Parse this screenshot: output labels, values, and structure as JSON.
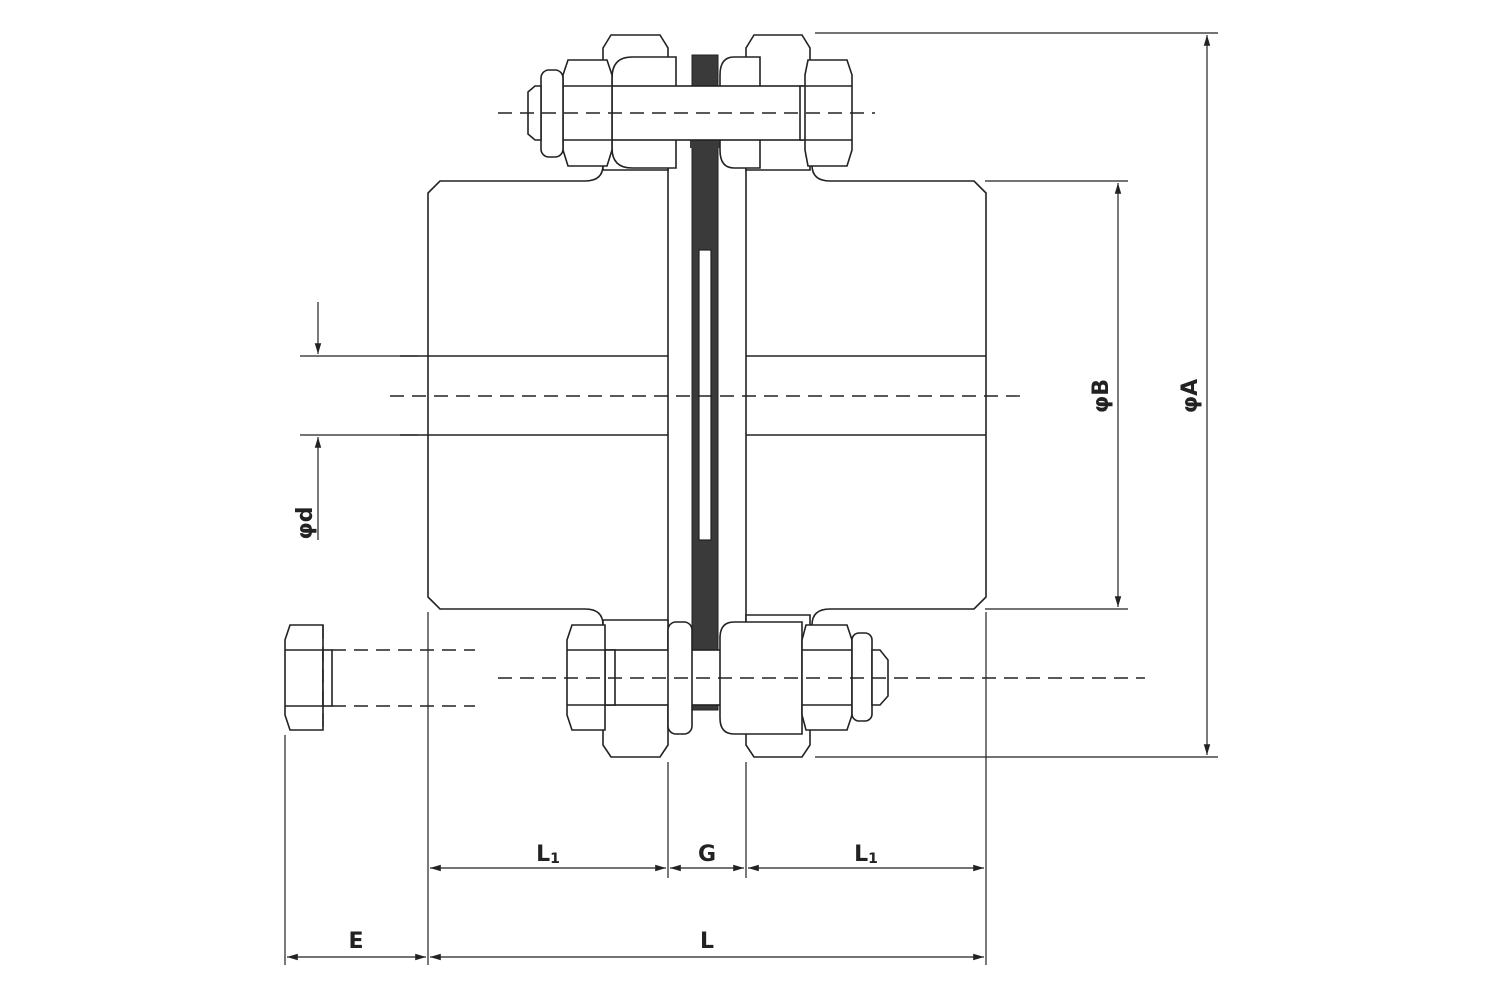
{
  "title": "Disc coupling dimension drawing",
  "dimensions": {
    "phiA": "φA",
    "phiB": "φB",
    "phid": "φd",
    "L1_left": {
      "main": "L",
      "sub": "1"
    },
    "G": "G",
    "L1_right": {
      "main": "L",
      "sub": "1"
    },
    "E": "E",
    "L": "L"
  },
  "colors": {
    "line": "#222222",
    "disc_pack": "#3a3a3a"
  }
}
